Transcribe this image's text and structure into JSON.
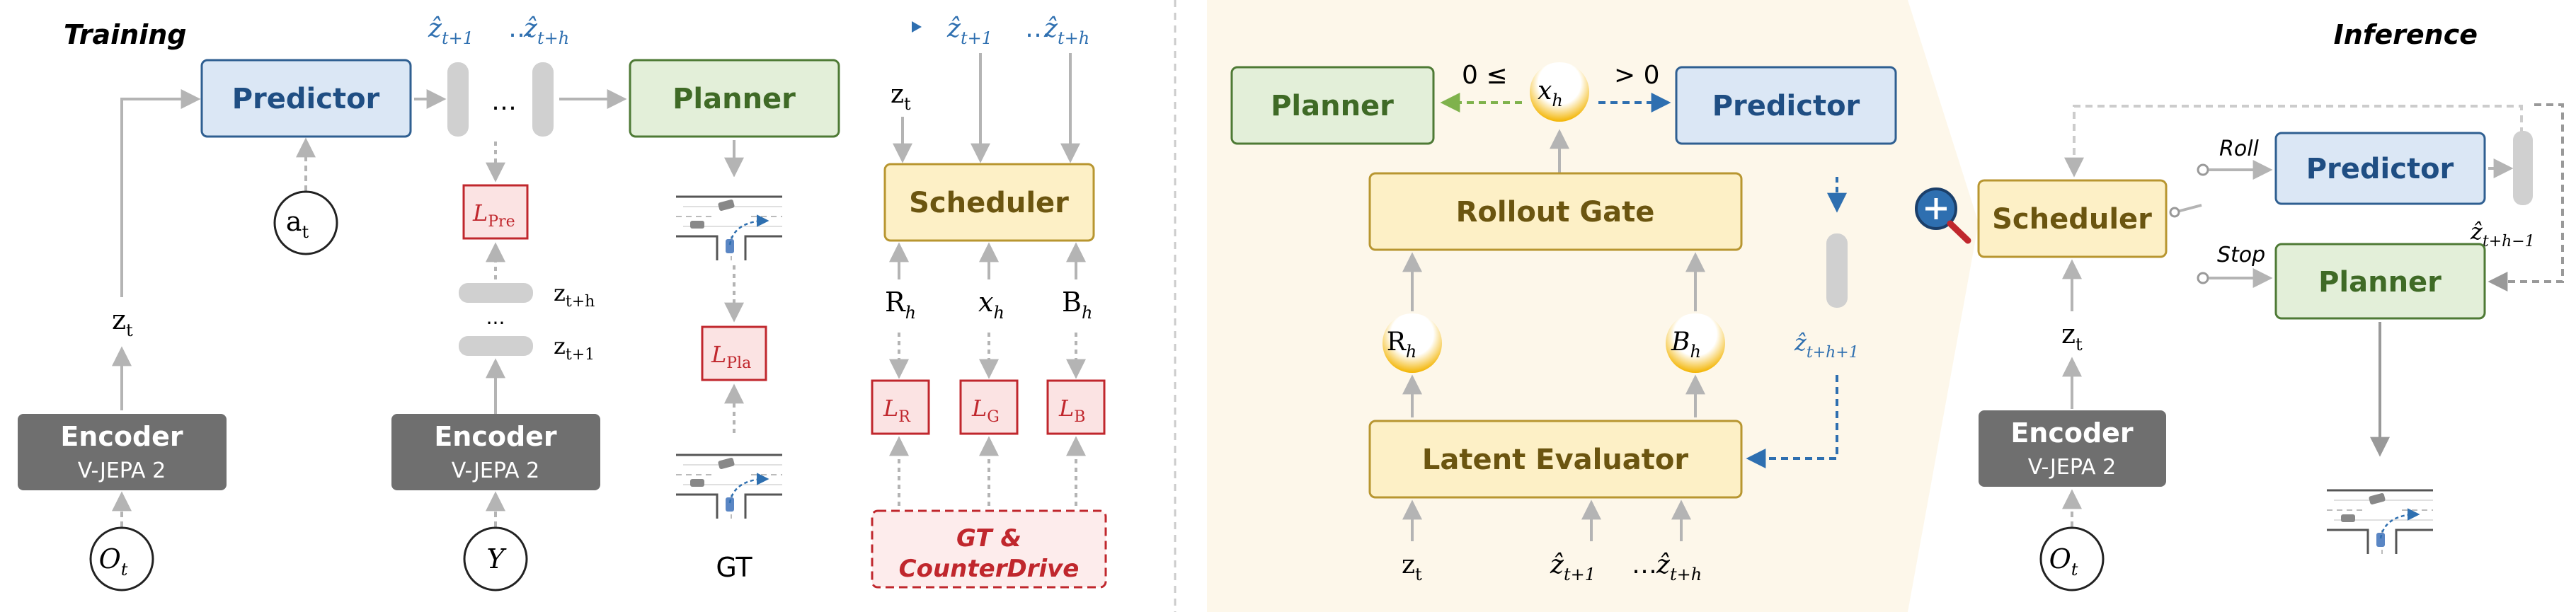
{
  "training": {
    "title": "Training",
    "predictor": "Predictor",
    "planner": "Planner",
    "scheduler": "Scheduler",
    "encoder_left": {
      "name": "Encoder",
      "model": "V-JEPA 2"
    },
    "encoder_mid": {
      "name": "Encoder",
      "model": "V-JEPA 2"
    },
    "obs": "O",
    "obs_sub": "t",
    "action": "a",
    "action_sub": "t",
    "y": "Y",
    "z_t_left": "z",
    "z_t_left_sub": "t",
    "z_t_sched": "z",
    "z_t_sched_sub": "t",
    "zhat_top_1": "ẑ",
    "zhat_top_1_sub": "t+1",
    "zhat_top_h": "ẑ",
    "zhat_top_h_sub": "t+h",
    "zhat_right_1": "ẑ",
    "zhat_right_1_sub": "t+1",
    "zhat_right_h": "ẑ",
    "zhat_right_h_sub": "t+h",
    "dots": "…",
    "dots_small": "...",
    "z_th": "z",
    "z_th_sub": "t+h",
    "z_t1": "z",
    "z_t1_sub": "t+1",
    "l_pre": "L",
    "l_pre_sub": "Pre",
    "l_pla": "L",
    "l_pla_sub": "Pla",
    "l_r": "L",
    "l_r_sub": "R",
    "l_g": "L",
    "l_g_sub": "G",
    "l_b": "L",
    "l_b_sub": "B",
    "r_h": "R",
    "r_h_sub": "h",
    "x_h": "x",
    "x_h_sub": "h",
    "b_h": "B",
    "b_h_sub": "h",
    "gt": "GT",
    "gt_counter_line1": "GT &",
    "gt_counter_line2": "CounterDrive"
  },
  "gate_panel": {
    "planner": "Planner",
    "predictor": "Predictor",
    "rollout_gate": "Rollout Gate",
    "latent_evaluator": "Latent Evaluator",
    "cond_left": "0 ≤",
    "cond_right": "> 0",
    "x_h": "x",
    "x_h_sub": "h",
    "r_h": "R",
    "r_h_sub": "h",
    "b_h": "B",
    "b_h_sub": "h",
    "zhat_next": "ẑ",
    "zhat_next_sub": "t+h+1",
    "z_t": "z",
    "z_t_sub": "t",
    "zhat_1": "ẑ",
    "zhat_1_sub": "t+1",
    "zhat_h": "ẑ",
    "zhat_h_sub": "t+h",
    "dots": "…"
  },
  "inference": {
    "title": "Inference",
    "scheduler": "Scheduler",
    "predictor": "Predictor",
    "planner": "Planner",
    "roll": "Roll",
    "stop": "Stop",
    "zhat_prev": "ẑ",
    "zhat_prev_sub": "t+h−1",
    "z_t": "z",
    "z_t_sub": "t",
    "encoder": {
      "name": "Encoder",
      "model": "V-JEPA 2"
    },
    "obs": "O",
    "obs_sub": "t"
  },
  "colors": {
    "predictor_fill": "#dbe7f5",
    "predictor_stroke": "#2f5f91",
    "planner_fill": "#e3efd9",
    "planner_stroke": "#4e7a35",
    "scheduler_fill": "#fdf0c6",
    "scheduler_stroke": "#b89630",
    "loss_fill": "#fbe3e3",
    "loss_stroke": "#c0272d",
    "encoder_fill": "#6f6f6f",
    "panel_bg": "#fdf7ea",
    "blue_text": "#2e6fb0",
    "red_text": "#c0272d",
    "arrow_gray": "#b4b4b4"
  }
}
